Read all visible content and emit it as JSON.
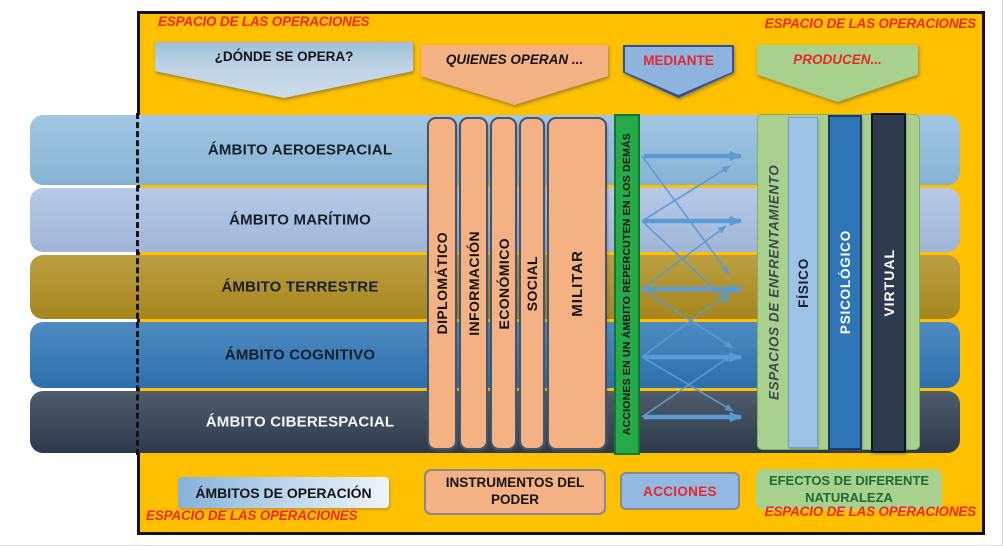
{
  "corner_labels": {
    "top_left": "ESPACIO DE LAS OPERACIONES",
    "top_right": "ESPACIO DE LAS OPERACIONES",
    "bottom_left": "ESPACIO DE LAS OPERACIONES",
    "bottom_right": "ESPACIO DE LAS OPERACIONES"
  },
  "banners": {
    "donde": {
      "label": "¿DÓNDE SE OPERA?",
      "color": "#AECFE6"
    },
    "quienes": {
      "label": "QUIENES OPERAN ...",
      "color": "#F4B183"
    },
    "mediante": {
      "label": "MEDIANTE",
      "color": "#8FB3DF"
    },
    "producen": {
      "label": "PRODUCEN...",
      "color": "#A9D18E"
    }
  },
  "domains": [
    {
      "label": "ÁMBITO AEROESPACIAL",
      "color": "#8FBCDE"
    },
    {
      "label": "ÁMBITO MARÍTIMO",
      "color": "#A9BFE3"
    },
    {
      "label": "ÁMBITO TERRESTRE",
      "color": "#AF8D1E"
    },
    {
      "label": "ÁMBITO COGNITIVO",
      "color": "#2E75B6"
    },
    {
      "label": "ÁMBITO CIBERESPACIAL",
      "color": "#2E3D4F"
    }
  ],
  "instruments": {
    "color": "#F4B183",
    "items": [
      {
        "label": "DIPLOMÁTICO"
      },
      {
        "label": "INFORMACIÓN"
      },
      {
        "label": "ECONÓMICO"
      },
      {
        "label": "SOCIAL"
      },
      {
        "label": "MILITAR"
      }
    ]
  },
  "actions_column": {
    "label": "ACCIONES EN UN ÁMBITO  REPERCUTEN EN LOS DEMÁS",
    "color": "#27AB49"
  },
  "confrontation_panel": {
    "label": "ESPACIOS  DE ENFRENTAMIENTO",
    "color": "#A9D18E"
  },
  "effect_spaces": [
    {
      "label": "FÍSICO",
      "color": "#9DC3E6"
    },
    {
      "label": "PSICOLÓGICO",
      "color": "#2E75B6"
    },
    {
      "label": "VIRTUAL",
      "color": "#2E3B4C"
    }
  ],
  "legend": {
    "ambitos": {
      "label": "ÁMBITOS DE OPERACIÓN"
    },
    "instrumentos": {
      "label": "INSTRUMENTOS DEL PODER"
    },
    "acciones": {
      "label": "ACCIONES"
    },
    "efectos": {
      "label": "EFECTOS DE DIFERENTE NATURALEZA"
    }
  },
  "arrows": {
    "color": "#5B9BD5",
    "thick": [
      [
        644,
        156,
        741,
        156
      ],
      [
        644,
        221,
        741,
        221
      ],
      [
        644,
        289,
        741,
        289
      ],
      [
        644,
        357,
        741,
        357
      ],
      [
        644,
        417,
        741,
        417
      ]
    ],
    "thin": [
      [
        642,
        221,
        730,
        166
      ],
      [
        642,
        289,
        726,
        226
      ],
      [
        642,
        156,
        729,
        274
      ],
      [
        642,
        221,
        729,
        303
      ],
      [
        642,
        289,
        733,
        348
      ],
      [
        642,
        357,
        730,
        291
      ],
      [
        642,
        417,
        732,
        355
      ],
      [
        642,
        357,
        733,
        411
      ]
    ]
  }
}
